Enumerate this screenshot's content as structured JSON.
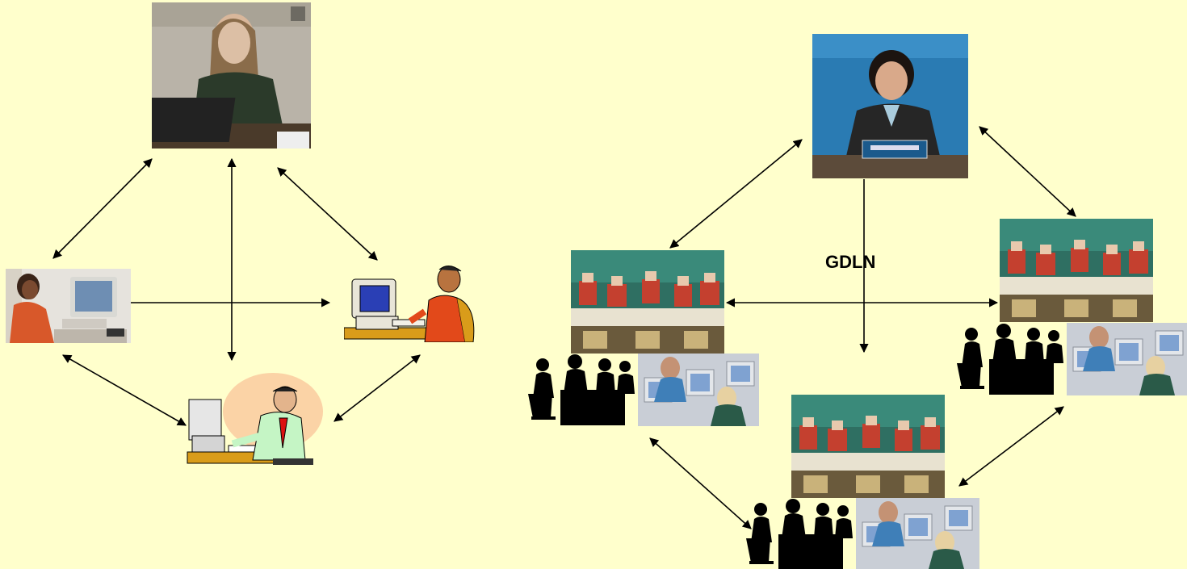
{
  "network_label": "GDLN",
  "left_diagram": {
    "nodes": [
      "instructor-photo",
      "learner-at-computer-photo",
      "call-center-clipart",
      "office-worker-clipart"
    ]
  },
  "right_diagram": {
    "nodes": [
      "presenter-photo",
      "classroom-left",
      "classroom-right",
      "classroom-bottom"
    ]
  }
}
